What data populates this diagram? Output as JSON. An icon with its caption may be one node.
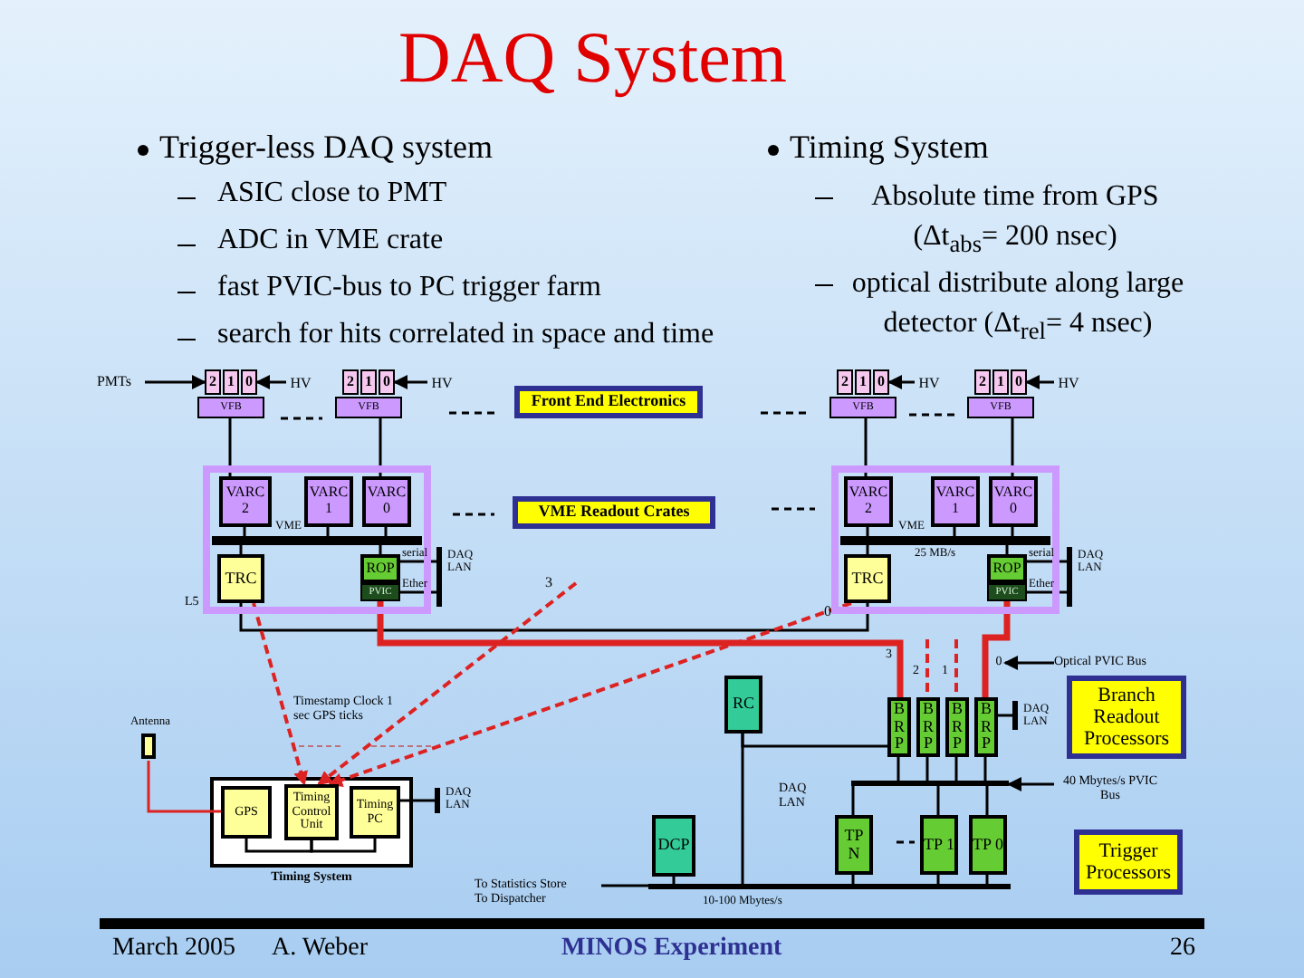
{
  "diagram": {
    "title": "DAQ System",
    "nodes": [
      {
        "text": [
          "PMTs"
        ]
      },
      {
        "text": [
          "2"
        ]
      },
      {
        "text": [
          "1"
        ]
      },
      {
        "text": [
          "0"
        ]
      },
      {
        "text": [
          "HV"
        ]
      },
      {
        "text": [
          "VFB"
        ]
      },
      {
        "text": [
          "2"
        ]
      },
      {
        "text": [
          "1"
        ]
      },
      {
        "text": [
          "0"
        ]
      },
      {
        "text": [
          "HV"
        ]
      },
      {
        "text": [
          "VFB"
        ]
      },
      {
        "text": [
          "Front End Electronics"
        ]
      },
      {
        "text": [],
        "shape": "box"
      },
      {
        "text": [
          "VARC 2"
        ],
        "in": 12
      },
      {
        "text": [
          "VARC 1"
        ],
        "in": 12
      },
      {
        "text": [
          "VARC 0"
        ],
        "in": 12
      },
      {
        "text": [],
        "shape": "bar",
        "in": 12,
        "beside": [
          "VME"
        ]
      },
      {
        "text": [
          "TRC"
        ],
        "in": 12
      },
      {
        "text": [
          "ROP"
        ],
        "in": 12
      },
      {
        "text": [
          "PVIC"
        ],
        "in": 12
      },
      {
        "text": [],
        "shape": "bar",
        "beside": [
          "DAQ LAN"
        ]
      },
      {
        "text": [
          "VME Readout Crates"
        ]
      },
      {
        "text": [
          "2"
        ]
      },
      {
        "text": [
          "1"
        ]
      },
      {
        "text": [
          "0"
        ]
      },
      {
        "text": [
          "HV"
        ]
      },
      {
        "text": [
          "VFB"
        ]
      },
      {
        "text": [
          "2"
        ]
      },
      {
        "text": [
          "1"
        ]
      },
      {
        "text": [
          "0"
        ]
      },
      {
        "text": [
          "HV"
        ]
      },
      {
        "text": [
          "VFB"
        ]
      },
      {
        "text": [],
        "shape": "box"
      },
      {
        "text": [
          "VARC 2"
        ],
        "in": 32
      },
      {
        "text": [
          "VARC 1"
        ],
        "in": 32
      },
      {
        "text": [
          "VARC 0"
        ],
        "in": 32
      },
      {
        "text": [],
        "shape": "bar",
        "in": 32,
        "beside": [
          "VME",
          "25 MB/s"
        ]
      },
      {
        "text": [
          "TRC"
        ],
        "in": 32
      },
      {
        "text": [
          "ROP"
        ],
        "in": 32
      },
      {
        "text": [
          "PVIC"
        ],
        "in": 32
      },
      {
        "text": [],
        "shape": "bar",
        "beside": [
          "DAQ LAN"
        ]
      },
      {
        "text": [
          "RC"
        ]
      },
      {
        "text": [
          "B R P"
        ]
      },
      {
        "text": [
          "B R P"
        ]
      },
      {
        "text": [
          "B R P"
        ]
      },
      {
        "text": [
          "B R P"
        ]
      },
      {
        "text": [],
        "shape": "bar",
        "beside": [
          "DAQ LAN"
        ]
      },
      {
        "text": [
          "Branch Readout Processors"
        ]
      },
      {
        "text": [
          "TP N"
        ]
      },
      {
        "text": [
          "TP 1"
        ]
      },
      {
        "text": [
          "TP 0"
        ]
      },
      {
        "text": [
          "Trigger Processors"
        ]
      },
      {
        "text": [
          "DCP"
        ]
      },
      {
        "text": [
          "Antenna"
        ]
      },
      {
        "text": [
          "Timing System"
        ]
      },
      {
        "text": [
          "GPS"
        ],
        "in": 54
      },
      {
        "text": [
          "Timing Control Unit"
        ],
        "in": 54
      },
      {
        "text": [
          "Timing PC"
        ],
        "in": 54
      },
      {
        "text": [],
        "shape": "bar",
        "beside": [
          "DAQ LAN"
        ]
      },
      {
        "text": [
          "To Statistics Store",
          "To Dispatcher"
        ]
      },
      {
        "text": [],
        "shape": "bar"
      },
      {
        "text": [],
        "shape": "bar",
        "beside": [
          "10-100 Mbytes/s"
        ]
      },
      {
        "text": [
          "Optical PVIC Bus"
        ]
      },
      {
        "text": [
          "40 Mbytes/s PVIC Bus"
        ]
      },
      {
        "text": [
          "0"
        ]
      }
    ],
    "edges": [
      {
        "from": 0,
        "to": 1,
        "arrow": "to"
      },
      {
        "from": 4,
        "to": 3,
        "arrow": "to"
      },
      {
        "from": 9,
        "to": 8,
        "arrow": "to"
      },
      {
        "from": 25,
        "to": 24,
        "arrow": "to"
      },
      {
        "from": 30,
        "to": 29,
        "arrow": "to"
      },
      {
        "from": 5,
        "to": 13,
        "arrow": "none"
      },
      {
        "from": 10,
        "to": 15,
        "arrow": "none"
      },
      {
        "from": 26,
        "to": 33,
        "arrow": "none"
      },
      {
        "from": 31,
        "to": 35,
        "arrow": "none"
      },
      {
        "from": 13,
        "to": 16,
        "arrow": "none"
      },
      {
        "from": 14,
        "to": 16,
        "arrow": "none"
      },
      {
        "from": 15,
        "to": 16,
        "arrow": "none"
      },
      {
        "from": 17,
        "to": 16,
        "arrow": "none"
      },
      {
        "from": 18,
        "to": 16,
        "arrow": "none"
      },
      {
        "from": 18,
        "to": 20,
        "arrow": "none",
        "label": "serial"
      },
      {
        "from": 19,
        "to": 20,
        "arrow": "none",
        "label": "Ether"
      },
      {
        "from": 33,
        "to": 36,
        "arrow": "none"
      },
      {
        "from": 34,
        "to": 36,
        "arrow": "none"
      },
      {
        "from": 35,
        "to": 36,
        "arrow": "none"
      },
      {
        "from": 37,
        "to": 36,
        "arrow": "none"
      },
      {
        "from": 38,
        "to": 36,
        "arrow": "none"
      },
      {
        "from": 38,
        "to": 40,
        "arrow": "none",
        "label": "serial"
      },
      {
        "from": 39,
        "to": 40,
        "arrow": "none",
        "label": "Ether"
      },
      {
        "from": 17,
        "to": 37,
        "arrow": "none"
      },
      {
        "from": 17,
        "to": 56,
        "arrow": "to",
        "style": "dashed",
        "color": "#dd2222"
      },
      {
        "from": null,
        "to": 56,
        "arrow": "to",
        "label": "3",
        "style": "dashed",
        "color": "#dd2222"
      },
      {
        "from": 37,
        "to": 56,
        "arrow": "to",
        "label": "0",
        "style": "dashed",
        "color": "#dd2222"
      },
      {
        "from": 19,
        "to": 42,
        "arrow": "none",
        "style": "thick",
        "color": "#dd2222"
      },
      {
        "from": 39,
        "to": 45,
        "arrow": "none",
        "style": "thick",
        "color": "#dd2222"
      },
      {
        "from": null,
        "to": 43,
        "arrow": "none",
        "style": "dashed",
        "color": "#dd2222"
      },
      {
        "from": null,
        "to": 44,
        "arrow": "none",
        "style": "dashed",
        "color": "#dd2222"
      },
      {
        "from": 62,
        "to": 64,
        "arrow": "to"
      },
      {
        "from": 41,
        "to": 42,
        "arrow": "none"
      },
      {
        "from": 41,
        "to": 61,
        "arrow": "none"
      },
      {
        "from": 42,
        "to": 60,
        "arrow": "none"
      },
      {
        "from": 43,
        "to": 60,
        "arrow": "none"
      },
      {
        "from": 44,
        "to": 60,
        "arrow": "none"
      },
      {
        "from": 45,
        "to": 60,
        "arrow": "none"
      },
      {
        "from": 60,
        "to": 48,
        "arrow": "none"
      },
      {
        "from": 60,
        "to": 49,
        "arrow": "none"
      },
      {
        "from": 60,
        "to": 50,
        "arrow": "none"
      },
      {
        "from": 63,
        "to": 60,
        "arrow": "to"
      },
      {
        "from": 45,
        "to": 46,
        "arrow": "none"
      },
      {
        "from": 52,
        "to": 61,
        "arrow": "none"
      },
      {
        "from": 48,
        "to": 61,
        "arrow": "none"
      },
      {
        "from": 49,
        "to": 61,
        "arrow": "none"
      },
      {
        "from": 50,
        "to": 61,
        "arrow": "none"
      },
      {
        "from": 61,
        "to": 59,
        "arrow": "none"
      },
      {
        "from": 53,
        "to": 55,
        "arrow": "none",
        "color": "#dd2222"
      },
      {
        "from": 55,
        "to": 56,
        "arrow": "none"
      },
      {
        "from": 56,
        "to": 57,
        "arrow": "none"
      },
      {
        "from": 57,
        "to": 58,
        "arrow": "none"
      }
    ],
    "labels": [
      "Trigger-less DAQ system",
      "ASIC close to PMT",
      "ADC in VME crate",
      "fast PVIC-bus to PC trigger farm",
      "search for hits correlated in space and time",
      "Timing System",
      "Absolute time from GPS (Δt$_{abs}$= 200 nsec)",
      "optical distribute along large detector (Δt$_{rel}$= 4 nsec)",
      "L5",
      "3",
      "2",
      "1",
      "Timestamp Clock 1 sec GPS ticks",
      "DAQ LAN",
      "March 2005",
      "A. Weber",
      "MINOS Experiment",
      "26"
    ]
  }
}
